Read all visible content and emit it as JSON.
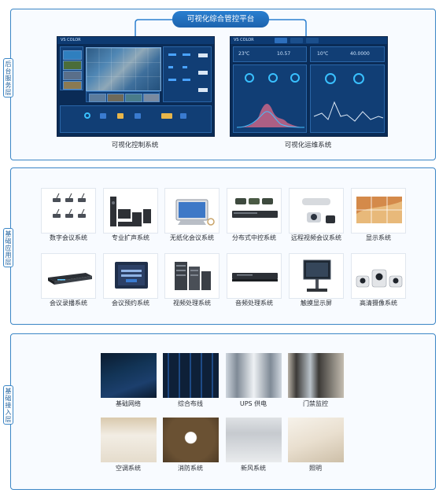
{
  "platform_title": "可视化综合管控平台",
  "layers": {
    "top": {
      "label": "后台服务层"
    },
    "middle": {
      "label": "基础应用层"
    },
    "bottom": {
      "label": "基础接入层"
    }
  },
  "screens": [
    {
      "caption": "可视化控制系统",
      "brand": "VS COLOR"
    },
    {
      "caption": "可视化运维系统",
      "brand": "VS COLOR",
      "readout_1": "23℃",
      "readout_2": "10.57",
      "readout_3": "10℃",
      "readout_4": "40.0000"
    }
  ],
  "applications": [
    {
      "label": "数字会议系统",
      "icon": "conference-microphones-icon"
    },
    {
      "label": "专业扩声系统",
      "icon": "speaker-system-icon"
    },
    {
      "label": "无纸化会议系统",
      "icon": "paperless-terminal-icon"
    },
    {
      "label": "分布式中控系统",
      "icon": "control-hardware-icon"
    },
    {
      "label": "远程视频会议系统",
      "icon": "video-conference-terminal-icon"
    },
    {
      "label": "显示系统",
      "icon": "video-wall-icon"
    },
    {
      "label": "会议录播系统",
      "icon": "recording-server-icon"
    },
    {
      "label": "会议预约系统",
      "icon": "booking-panel-icon"
    },
    {
      "label": "视频处理系统",
      "icon": "video-processor-rack-icon"
    },
    {
      "label": "音频处理系统",
      "icon": "audio-processor-icon"
    },
    {
      "label": "触摸显示屏",
      "icon": "touch-screen-stand-icon"
    },
    {
      "label": "高清摄像系统",
      "icon": "hd-camera-icon"
    }
  ],
  "access": [
    {
      "label": "基础网络",
      "icon": "network-cables-photo"
    },
    {
      "label": "综合布线",
      "icon": "server-cabling-photo"
    },
    {
      "label": "UPS 供电",
      "icon": "ups-power-room-photo"
    },
    {
      "label": "门禁监控",
      "icon": "access-control-door-photo"
    },
    {
      "label": "空调系统",
      "icon": "ceiling-ac-photo"
    },
    {
      "label": "消防系统",
      "icon": "smoke-detector-photo"
    },
    {
      "label": "新风系统",
      "icon": "fresh-air-vent-photo"
    },
    {
      "label": "照明",
      "icon": "ceiling-lighting-photo"
    }
  ],
  "colors": {
    "accent": "#3b86c6",
    "screen_bg": "#0a2b56",
    "title_bg": "#2a7fd0"
  }
}
